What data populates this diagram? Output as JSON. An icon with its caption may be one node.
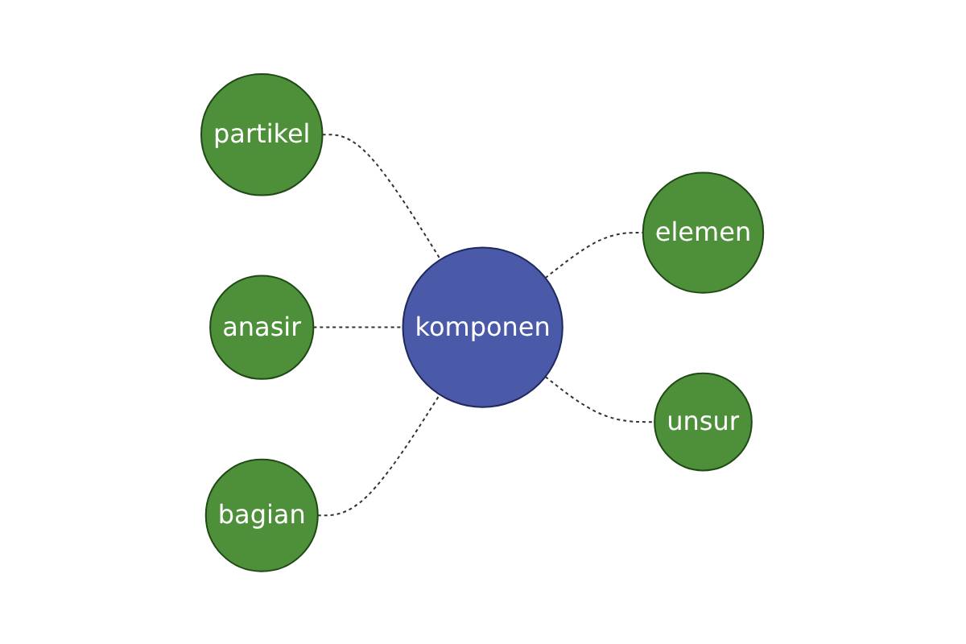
{
  "diagram": {
    "nodes": [
      {
        "text": [
          "komponen"
        ]
      },
      {
        "text": [
          "partikel"
        ]
      },
      {
        "text": [
          "anasir"
        ]
      },
      {
        "text": [
          "bagian"
        ]
      },
      {
        "text": [
          "elemen"
        ]
      },
      {
        "text": [
          "unsur"
        ]
      }
    ],
    "edges": [
      {
        "from": 1,
        "to": 0,
        "arrow": "none",
        "style": "dashed"
      },
      {
        "from": 2,
        "to": 0,
        "arrow": "none",
        "style": "dashed"
      },
      {
        "from": 3,
        "to": 0,
        "arrow": "none",
        "style": "dashed"
      },
      {
        "from": 0,
        "to": 4,
        "arrow": "none",
        "style": "dashed"
      },
      {
        "from": 0,
        "to": 5,
        "arrow": "none",
        "style": "dashed"
      }
    ]
  }
}
